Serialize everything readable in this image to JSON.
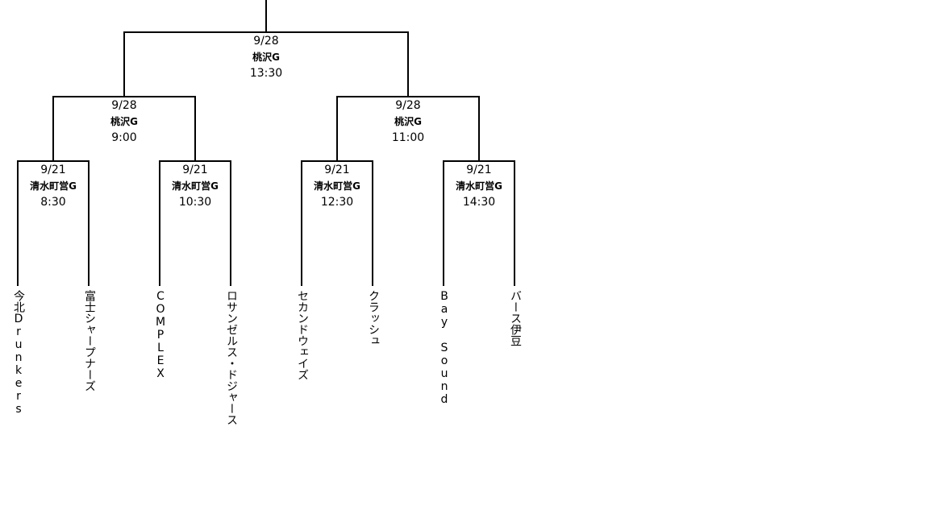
{
  "final": {
    "date": "9/28",
    "venue": "桃沢G",
    "time": "13:30"
  },
  "semifinals": [
    {
      "date": "9/28",
      "venue": "桃沢G",
      "time": "9:00"
    },
    {
      "date": "9/28",
      "venue": "桃沢G",
      "time": "11:00"
    }
  ],
  "first_round": [
    {
      "date": "9/21",
      "venue": "清水町営G",
      "time": "8:30"
    },
    {
      "date": "9/21",
      "venue": "清水町営G",
      "time": "10:30"
    },
    {
      "date": "9/21",
      "venue": "清水町営G",
      "time": "12:30"
    },
    {
      "date": "9/21",
      "venue": "清水町営G",
      "time": "14:30"
    }
  ],
  "teams": [
    "今北Drunkers",
    "富士シャープナーズ",
    "COMPLEX",
    "ロサンゼルス・ドジャース",
    "セカンドウェイズ",
    "クラッシュ",
    "Bay Sound",
    "バース伊豆"
  ]
}
